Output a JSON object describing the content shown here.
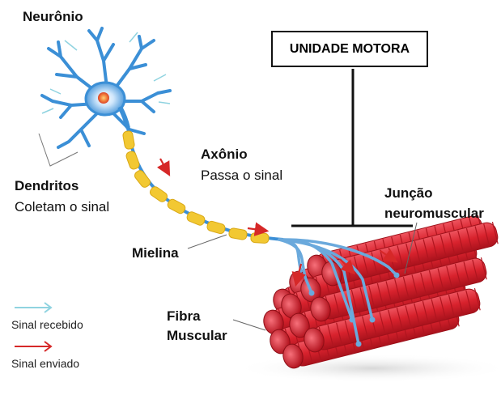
{
  "title_box": "UNIDADE MOTORA",
  "labels": {
    "neuron": "Neurônio",
    "dendrites_title": "Dendritos",
    "dendrites_desc": "Coletam o sinal",
    "axon_title": "Axônio",
    "axon_desc": "Passa o sinal",
    "myelin": "Mielina",
    "junction_line1": "Junção",
    "junction_line2": "neuromuscular",
    "fiber_line1": "Fibra",
    "fiber_line2": "Muscular"
  },
  "legend": [
    {
      "label": "Sinal recebido",
      "color": "#8fd3e0",
      "icon": "arrow-right-icon"
    },
    {
      "label": "Sinal enviado",
      "color": "#d62828",
      "icon": "arrow-right-icon"
    }
  ],
  "colors": {
    "neuron_blue": "#3b8fd6",
    "myelin_yellow": "#f2c832",
    "muscle_red": "#d8222d",
    "signal_red": "#d62828",
    "signal_cyan": "#8fd3e0"
  }
}
